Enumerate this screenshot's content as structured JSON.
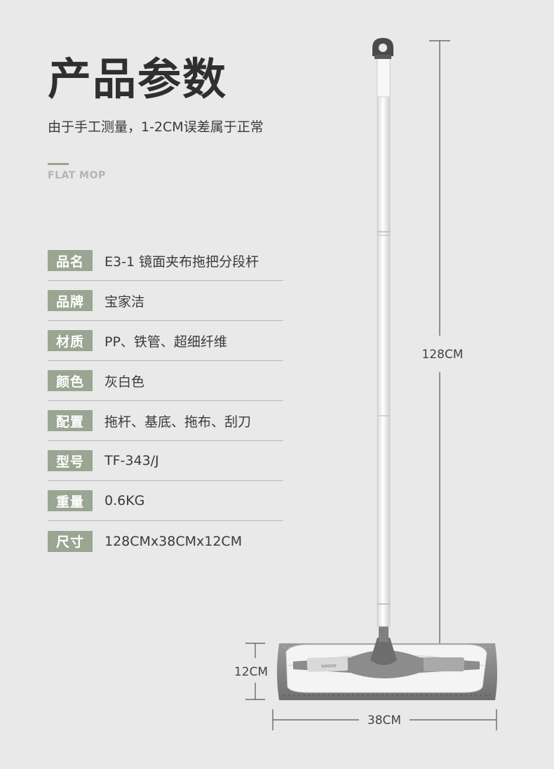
{
  "header": {
    "title": "产品参数",
    "subtitle": "由于手工测量，1-2CM误差属于正常",
    "tagline": "FLAT MOP"
  },
  "specs": [
    {
      "label": "品名",
      "value": "E3-1 镜面夹布拖把分段杆"
    },
    {
      "label": "品牌",
      "value": "宝家洁"
    },
    {
      "label": "材质",
      "value": "PP、铁管、超细纤维"
    },
    {
      "label": "颜色",
      "value": "灰白色"
    },
    {
      "label": "配置",
      "value": " 拖杆、基底、拖布、刮刀"
    },
    {
      "label": "型号",
      "value": "TF-343/J"
    },
    {
      "label": "重量",
      "value": "0.6KG"
    },
    {
      "label": "尺寸",
      "value": "128CMx38CMx12CM"
    }
  ],
  "dimensions": {
    "height": "128CM",
    "width": "38CM",
    "depth": "12CM"
  },
  "colors": {
    "background": "#e9e9e9",
    "accent": "#9aa592",
    "title": "#2f2f2f"
  }
}
